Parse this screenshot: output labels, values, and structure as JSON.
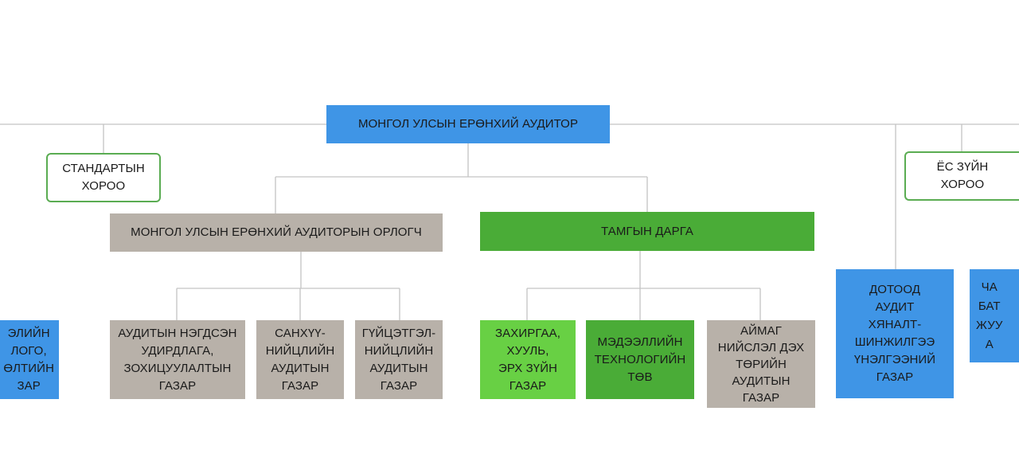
{
  "colors": {
    "blue": "#3f95e6",
    "green": "#4aac37",
    "lime": "#68d044",
    "taupe": "#b8b1a9",
    "outline": "#5aac52",
    "connector": "#c4c4c4"
  },
  "nodes": {
    "auditor_general": "МОНГОЛ УЛСЫН ЕРӨНХИЙ АУДИТОР",
    "standards_committee": "СТАНДАРТЫН\nХОРОО",
    "ethics_committee": "ЁС ЗҮЙН\nХОРОО",
    "deputy_auditor_general": "МОНГОЛ УЛСЫН ЕРӨНХИЙ АУДИТОРЫН ОРЛОГЧ",
    "secretary_general": "ТАМГЫН ДАРГА",
    "left_clipped": "ЭЛИЙН\nЛОГО,\nӨЛТИЙН\nЗАР",
    "consolidated_audit": "АУДИТЫН НЭГДСЭН\nУДИРДЛАГА,\nЗОХИЦУУЛАЛТЫН\nГАЗАР",
    "financial_audit": "САНХҮҮ-\nНИЙЦЛИЙН\nАУДИТЫН\nГАЗАР",
    "performance_audit": "ГҮЙЦЭТГЭЛ-\nНИЙЦЛИЙН\nАУДИТЫН\nГАЗАР",
    "administration": "ЗАХИРГАА,\nХУУЛЬ,\nЭРХ ЗҮЙН\nГАЗАР",
    "it_center": "МЭДЭЭЛЛИЙН\nТЕХНОЛОГИЙН\nТӨВ",
    "aimag_capital_audit": "АЙМАГ\nНИЙСЛЭЛ ДЭХ\nТӨРИЙН\nАУДИТЫН\nГАЗАР",
    "internal_audit": "ДОТООД\nАУДИТ\nХЯНАЛТ-\nШИНЖИЛГЭЭ\nҮНЭЛГЭЭНИЙ\nГАЗАР",
    "right_clipped": "ЧА\nБАТ\nЖУУ\nА"
  }
}
